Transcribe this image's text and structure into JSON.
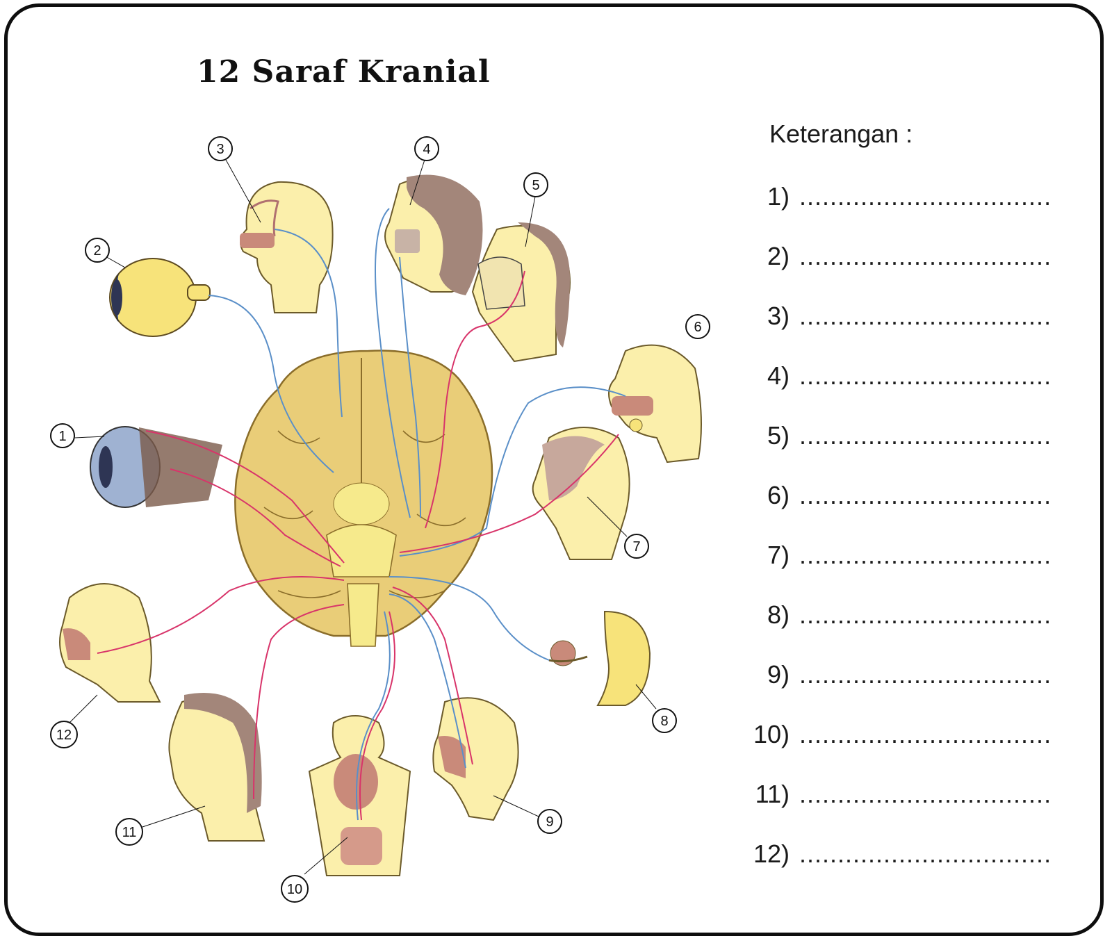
{
  "title": "12 Saraf Kranial",
  "legend": {
    "heading": "Keterangan :",
    "items": [
      {
        "num": "1)",
        "blank": "................................."
      },
      {
        "num": "2)",
        "blank": "................................."
      },
      {
        "num": "3)",
        "blank": "................................."
      },
      {
        "num": "4)",
        "blank": "................................."
      },
      {
        "num": "5)",
        "blank": "................................."
      },
      {
        "num": "6)",
        "blank": "................................."
      },
      {
        "num": "7)",
        "blank": "................................."
      },
      {
        "num": "8)",
        "blank": "................................."
      },
      {
        "num": "9)",
        "blank": "................................."
      },
      {
        "num": "10)",
        "blank": "................................."
      },
      {
        "num": "11)",
        "blank": "................................."
      },
      {
        "num": "12)",
        "blank": "................................."
      }
    ]
  },
  "callouts": [
    "1",
    "2",
    "3",
    "4",
    "5",
    "6",
    "7",
    "8",
    "9",
    "10",
    "11",
    "12"
  ],
  "colors": {
    "skin": "#fbefab",
    "brain": "#e9cd78",
    "brain_outline": "#8a6d2a",
    "hair": "#a3867a",
    "nerve_blue": "#5a8fc8",
    "nerve_red": "#d8346a",
    "eye_blue": "#9fb2d2",
    "ink": "#111111"
  }
}
